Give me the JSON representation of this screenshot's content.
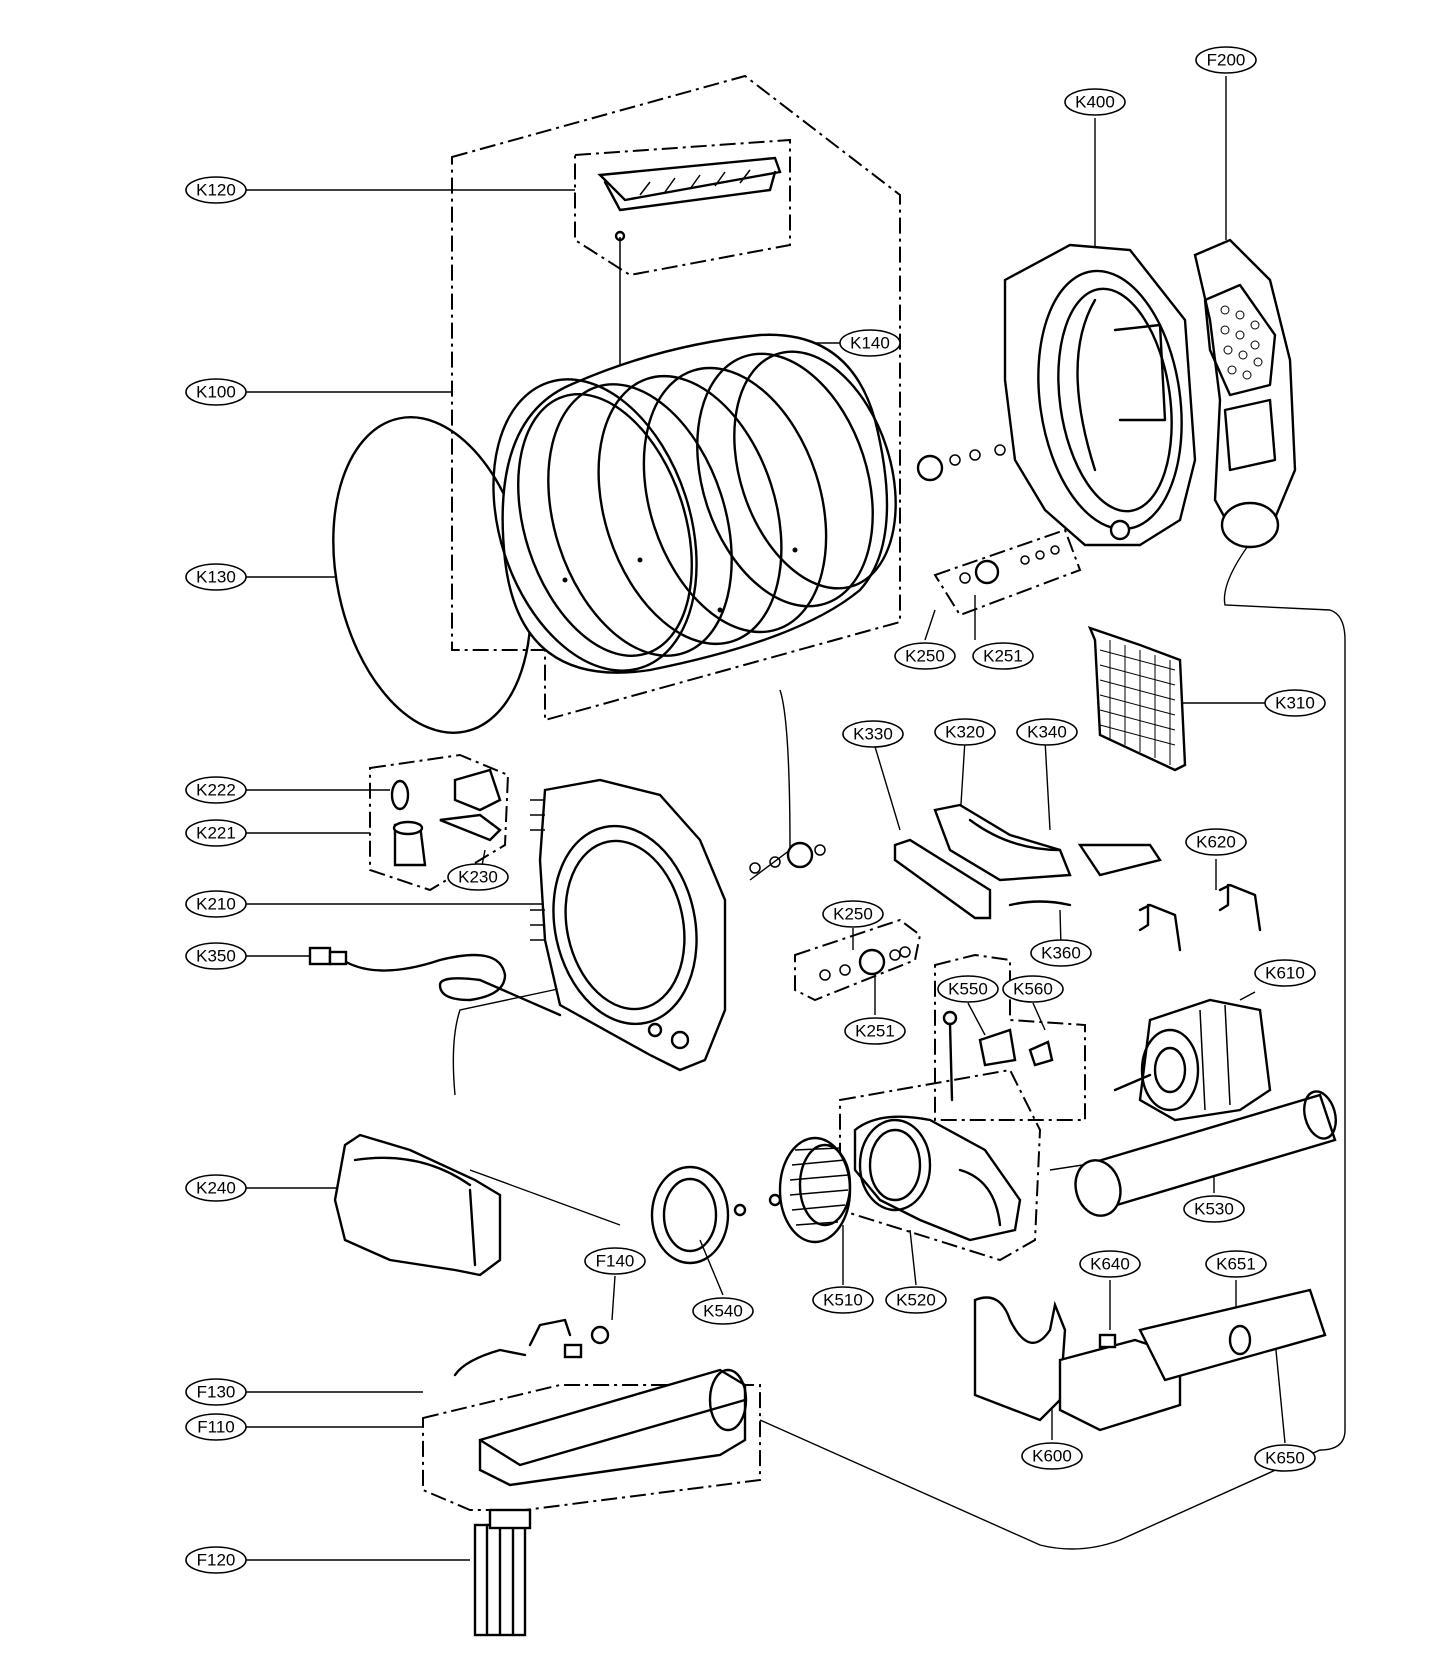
{
  "labels": {
    "K120": "K120",
    "K100": "K100",
    "K130": "K130",
    "K140": "K140",
    "K400": "K400",
    "F200": "F200",
    "K250a": "K250",
    "K251a": "K251",
    "K310": "K310",
    "K330": "K330",
    "K320": "K320",
    "K340": "K340",
    "K222": "K222",
    "K221": "K221",
    "K230": "K230",
    "K210": "K210",
    "K350": "K350",
    "K250b": "K250",
    "K251b": "K251",
    "K360": "K360",
    "K620": "K620",
    "K550": "K550",
    "K560": "K560",
    "K610": "K610",
    "K240": "K240",
    "K530": "K530",
    "K540": "K540",
    "K510": "K510",
    "K520": "K520",
    "F140": "F140",
    "K640": "K640",
    "K651": "K651",
    "F130": "F130",
    "F110": "F110",
    "K650": "K650",
    "K600": "K600",
    "F120": "F120"
  }
}
